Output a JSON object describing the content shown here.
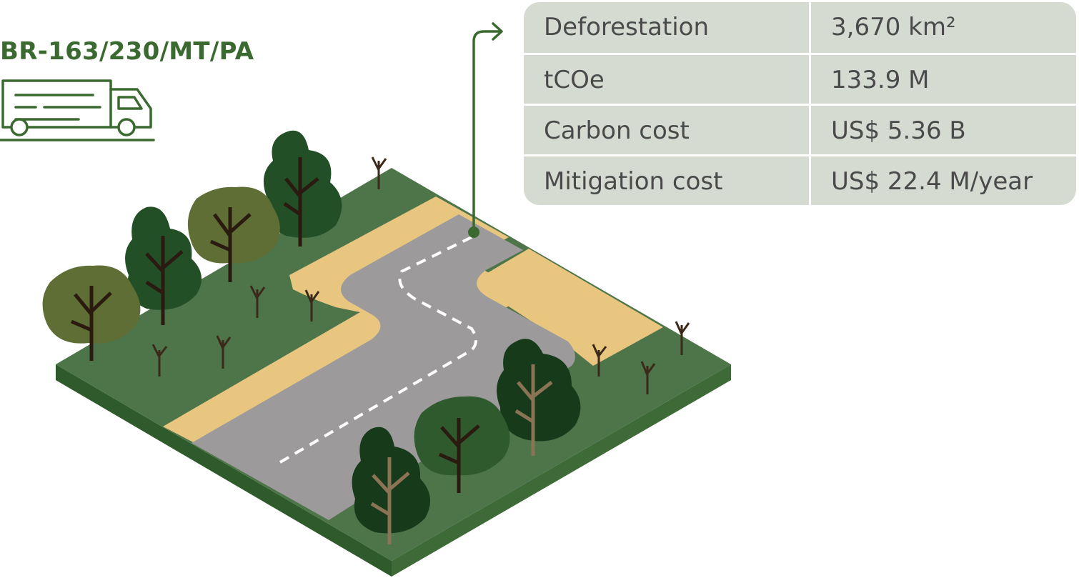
{
  "route": {
    "name": "BR-163/230/MT/PA"
  },
  "stats": [
    {
      "label": "Deforestation",
      "value": "3,670 km²"
    },
    {
      "label": "tCOe",
      "value": "133.9 M"
    },
    {
      "label": "Carbon cost",
      "value": "US$ 5.36 B"
    },
    {
      "label": "Mitigation cost",
      "value": "US$ 22.4 M/year"
    }
  ],
  "icons": {
    "vehicle": "truck-icon",
    "callout": "arrow-right-icon"
  },
  "colors": {
    "brand_green": "#3b6a30",
    "panel_bg": "#d6dbd2",
    "panel_text": "#4a4a4a",
    "grass": "#4e744a",
    "road": "#9c9a9b",
    "sand": "#e8c680",
    "forest_dark": "#1f4a24",
    "forest_olive": "#5f6e35"
  }
}
